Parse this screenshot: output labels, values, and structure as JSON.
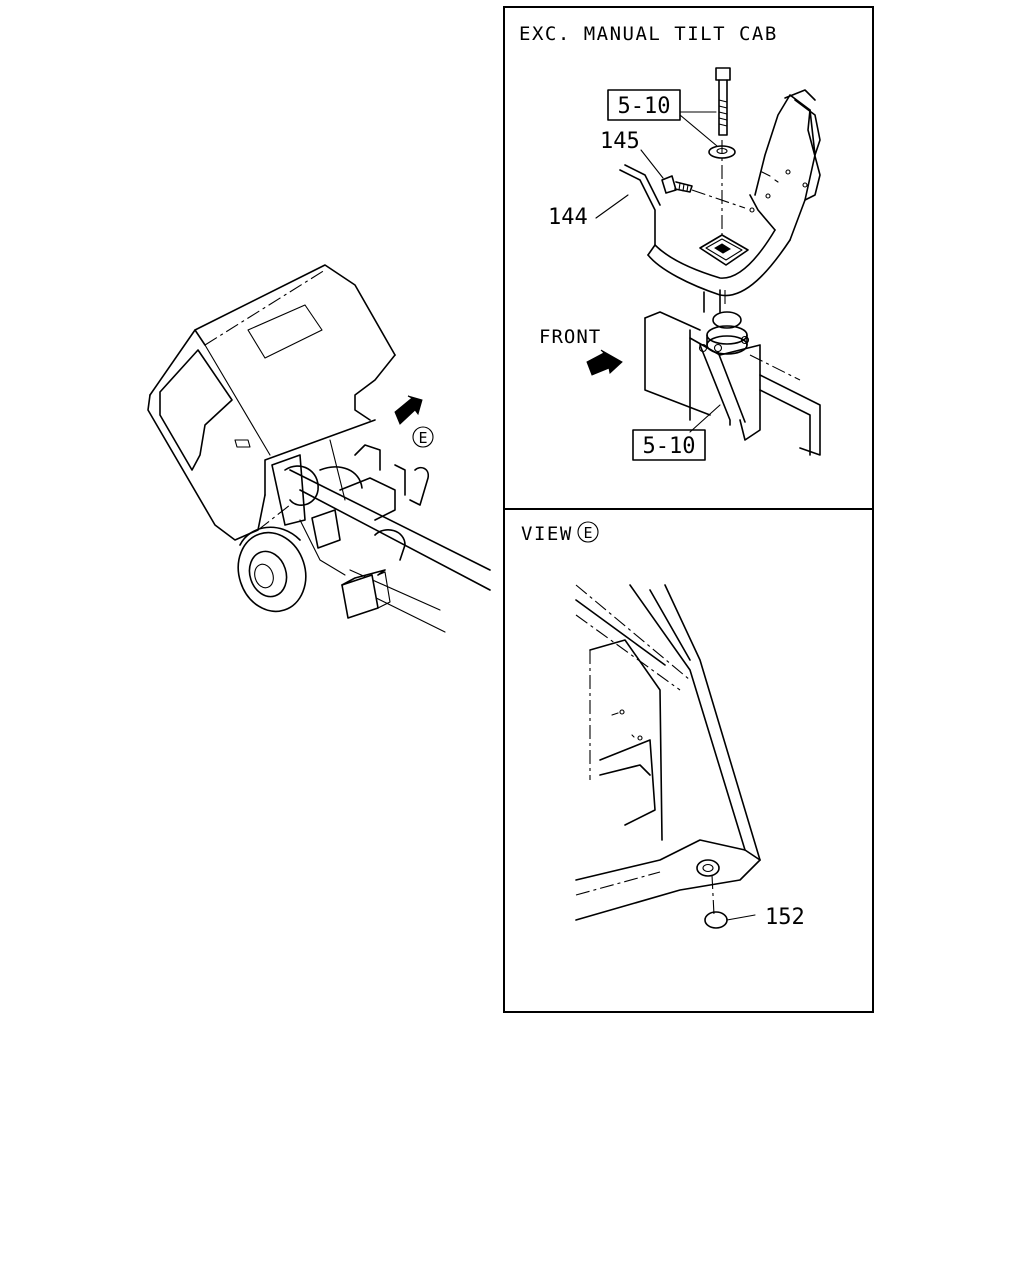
{
  "panel_top": {
    "title": "EXC. MANUAL TILT CAB",
    "front_label": "FRONT",
    "callouts": {
      "ref_upper": "5-10",
      "ref_lower": "5-10",
      "part_145": "145",
      "part_144": "144"
    }
  },
  "panel_bottom": {
    "view_label": "VIEW",
    "view_letter": "E",
    "callouts": {
      "part_152": "152"
    }
  },
  "overview": {
    "view_marker_letter": "E"
  }
}
